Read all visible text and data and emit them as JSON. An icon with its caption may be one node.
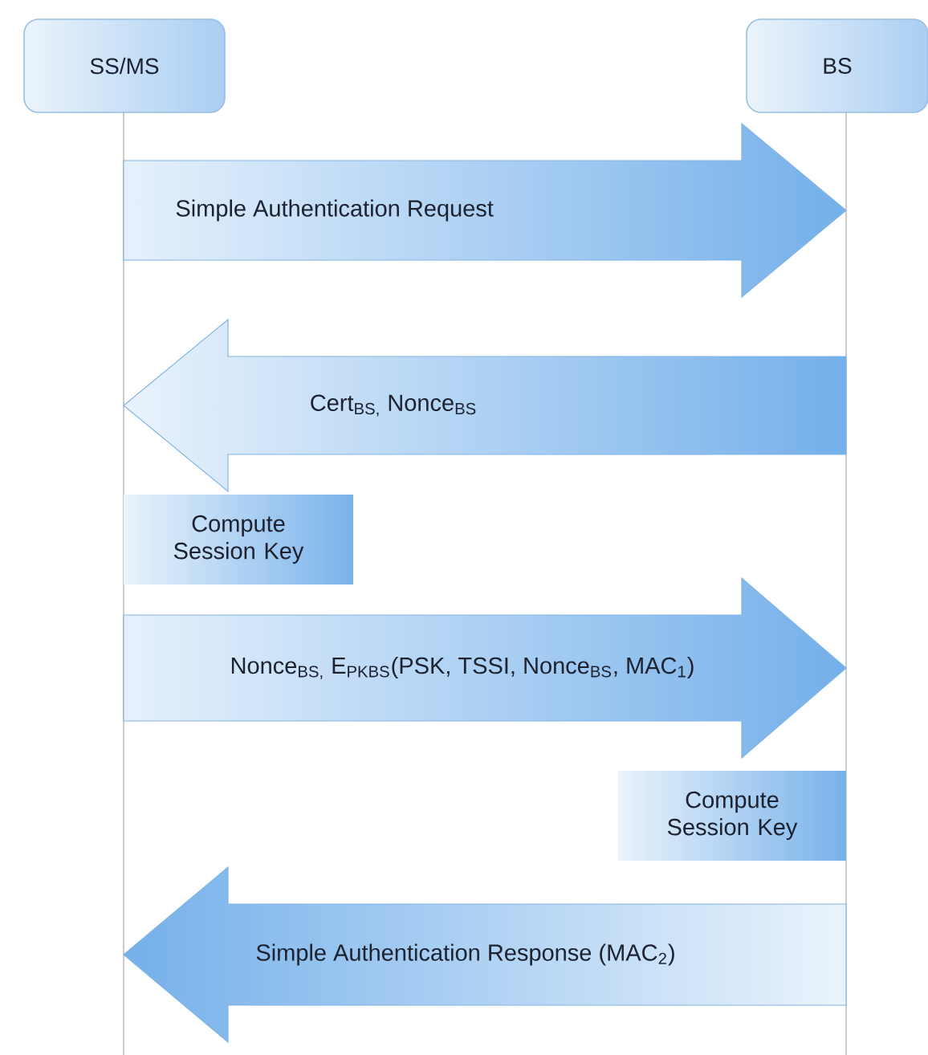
{
  "diagram": {
    "nodes": [
      {
        "text": [
          "SS/MS"
        ]
      },
      {
        "text": [
          "BS"
        ]
      },
      {
        "text": [
          "Simple Authentication Request"
        ]
      },
      {
        "text": [
          "Cert$_{BS,}$ Nonce$_{BS}$"
        ]
      },
      {
        "text": [
          "Compute Session Key"
        ]
      },
      {
        "text": [
          "Nonce$_{BS,}$ E$_{PKBS}$(PSK, TSSI, Nonce$_{BS}$, MAC$_{1}$)"
        ]
      },
      {
        "text": [
          "Compute Session Key"
        ]
      },
      {
        "text": [
          "Simple Authentication Response (MAC$_{2}$)"
        ]
      }
    ]
  }
}
